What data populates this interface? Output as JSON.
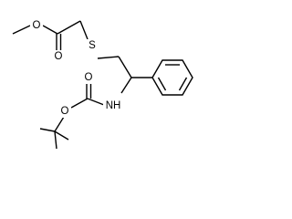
{
  "structure": {
    "atoms": [
      {
        "id": "o_ester",
        "symbol": "O"
      },
      {
        "id": "o_carbonyl_ester",
        "symbol": "O"
      },
      {
        "id": "s",
        "symbol": "S"
      },
      {
        "id": "o_carbonyl_boc",
        "symbol": "O"
      },
      {
        "id": "o_boc",
        "symbol": "O"
      },
      {
        "id": "n",
        "symbol": "NH"
      }
    ]
  }
}
